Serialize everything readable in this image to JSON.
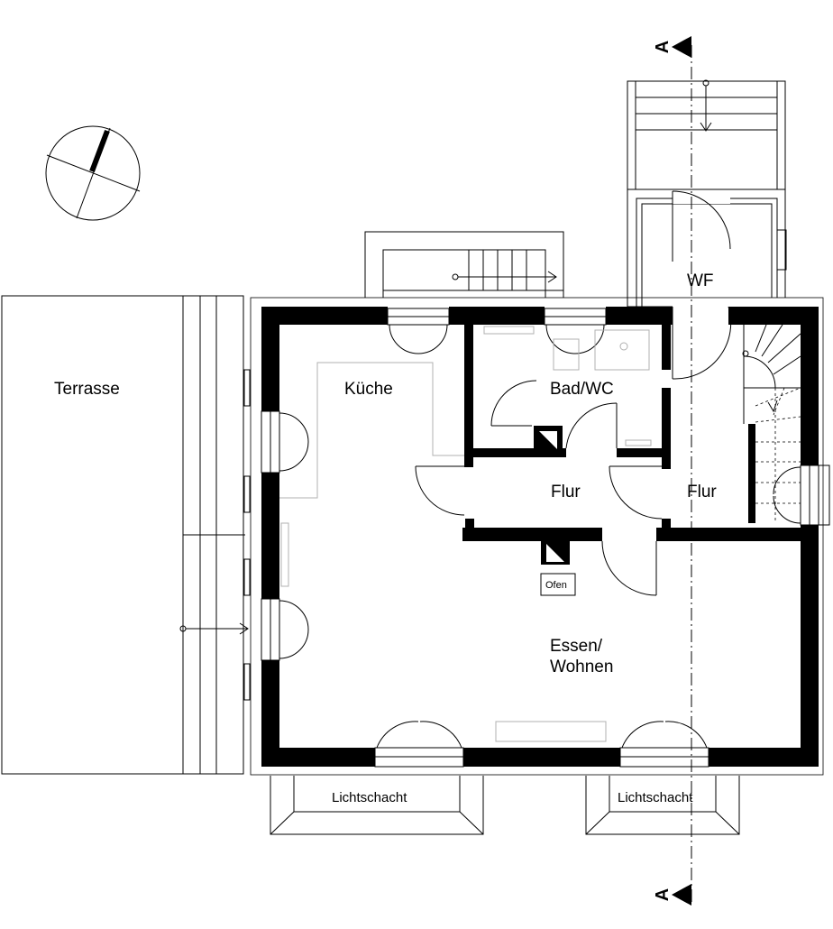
{
  "rooms": {
    "terrasse": "Terrasse",
    "kueche": "Küche",
    "bad_wc": "Bad/WC",
    "wf": "WF",
    "flur_left": "Flur",
    "flur_right": "Flur",
    "ofen": "Ofen",
    "essen_wohnen_line1": "Essen/",
    "essen_wohnen_line2": "Wohnen",
    "lichtschacht_left": "Lichtschacht",
    "lichtschacht_right": "Lichtschacht"
  },
  "section_marks": {
    "top": "A",
    "bottom": "A"
  },
  "icons": {
    "north_arrow": "north-arrow-icon",
    "section_marker": "section-marker-icon"
  },
  "colors": {
    "wall": "#000000",
    "line": "#000000",
    "fixture": "#b0b0b0",
    "background": "#ffffff"
  }
}
